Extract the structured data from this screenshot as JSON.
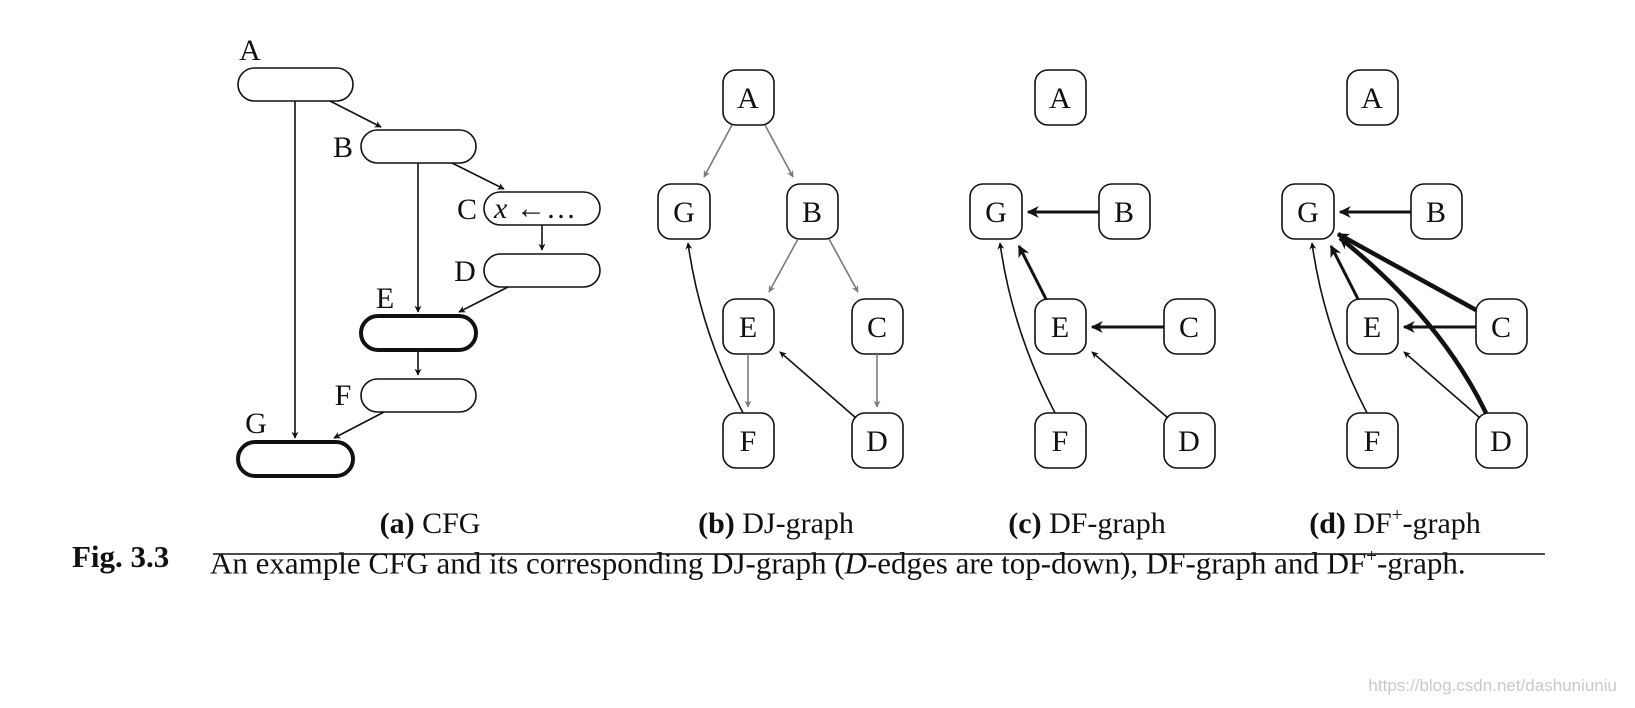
{
  "panels": {
    "a": {
      "tag": "(a)",
      "name": "CFG"
    },
    "b": {
      "tag": "(b)",
      "name": "DJ-graph"
    },
    "c": {
      "tag": "(c)",
      "name": "DF-graph"
    },
    "d": {
      "tag": "(d)",
      "name_pre": "DF",
      "name_sup": "+",
      "name_post": "-graph"
    }
  },
  "cfg_nodes": {
    "A": "A",
    "B": "B",
    "C": "C",
    "D": "D",
    "E": "E",
    "F": "F",
    "G": "G",
    "C_content_var": "x",
    "C_content_rest": "←…"
  },
  "graph_nodes": [
    "A",
    "B",
    "C",
    "D",
    "E",
    "F",
    "G"
  ],
  "caption": {
    "label": "Fig. 3.3",
    "text_1": "An example CFG and its corresponding DJ-graph (",
    "text_italic": "D",
    "text_2": "-edges are top-down), DF-graph and DF",
    "text_sup": "+",
    "text_3": "-graph."
  },
  "watermark": "https://blog.csdn.net/dashuniuniu",
  "colors": {
    "edge_dark": "#111111",
    "edge_gray": "#7a7a7a"
  }
}
